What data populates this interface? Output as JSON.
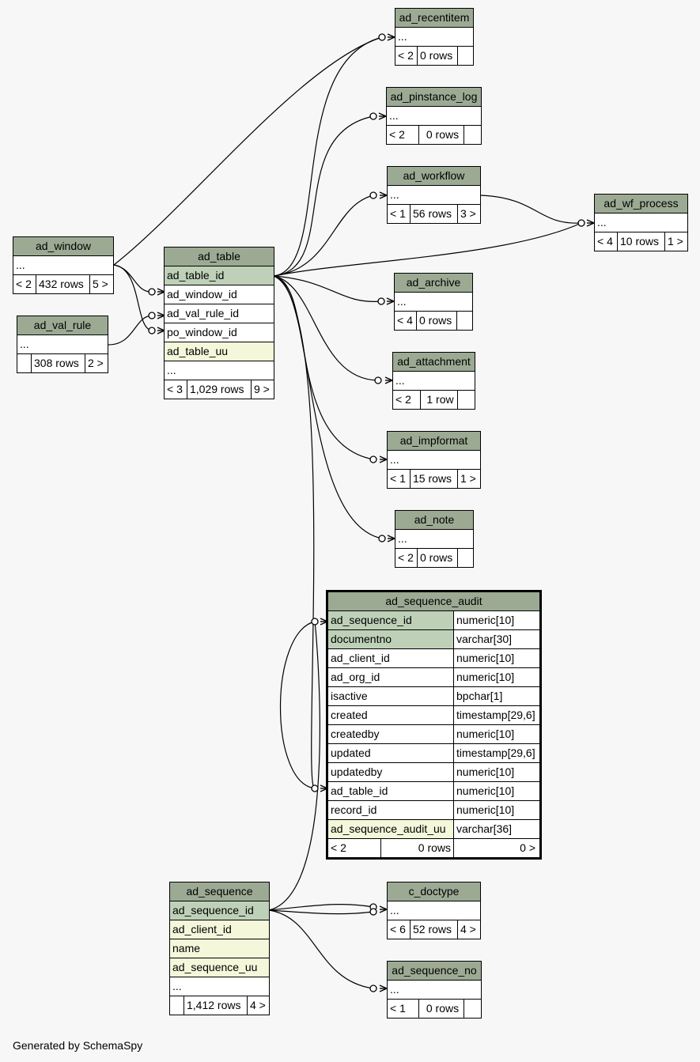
{
  "footer": "Generated by SchemaSpy",
  "tables": {
    "ad_recentitem": {
      "name": "ad_recentitem",
      "rows": [
        "..."
      ],
      "stats": [
        "< 2",
        "0 rows",
        ""
      ]
    },
    "ad_pinstance_log": {
      "name": "ad_pinstance_log",
      "rows": [
        "..."
      ],
      "stats": [
        "< 2",
        "0 rows",
        ""
      ]
    },
    "ad_workflow": {
      "name": "ad_workflow",
      "rows": [
        "..."
      ],
      "stats": [
        "< 1",
        "56 rows",
        "3 >"
      ]
    },
    "ad_wf_process": {
      "name": "ad_wf_process",
      "rows": [
        "..."
      ],
      "stats": [
        "< 4",
        "10 rows",
        "1 >"
      ]
    },
    "ad_window": {
      "name": "ad_window",
      "rows": [
        "..."
      ],
      "stats": [
        "< 2",
        "432 rows",
        "5 >"
      ]
    },
    "ad_val_rule": {
      "name": "ad_val_rule",
      "rows": [
        "..."
      ],
      "stats": [
        "",
        "308 rows",
        "2 >"
      ]
    },
    "ad_table": {
      "name": "ad_table",
      "rows": [
        "ad_table_id",
        "ad_window_id",
        "ad_val_rule_id",
        "po_window_id",
        "ad_table_uu",
        "..."
      ],
      "stats": [
        "< 3",
        "1,029 rows",
        "9 >"
      ]
    },
    "ad_archive": {
      "name": "ad_archive",
      "rows": [
        "..."
      ],
      "stats": [
        "< 4",
        "0 rows",
        ""
      ]
    },
    "ad_attachment": {
      "name": "ad_attachment",
      "rows": [
        "..."
      ],
      "stats": [
        "< 2",
        "1 row",
        ""
      ]
    },
    "ad_impformat": {
      "name": "ad_impformat",
      "rows": [
        "..."
      ],
      "stats": [
        "< 1",
        "15 rows",
        "1 >"
      ]
    },
    "ad_note": {
      "name": "ad_note",
      "rows": [
        "..."
      ],
      "stats": [
        "< 2",
        "0 rows",
        ""
      ]
    },
    "ad_sequence_audit": {
      "name": "ad_sequence_audit",
      "columns": [
        {
          "name": "ad_sequence_id",
          "type": "numeric[10]"
        },
        {
          "name": "documentno",
          "type": "varchar[30]"
        },
        {
          "name": "ad_client_id",
          "type": "numeric[10]"
        },
        {
          "name": "ad_org_id",
          "type": "numeric[10]"
        },
        {
          "name": "isactive",
          "type": "bpchar[1]"
        },
        {
          "name": "created",
          "type": "timestamp[29,6]"
        },
        {
          "name": "createdby",
          "type": "numeric[10]"
        },
        {
          "name": "updated",
          "type": "timestamp[29,6]"
        },
        {
          "name": "updatedby",
          "type": "numeric[10]"
        },
        {
          "name": "ad_table_id",
          "type": "numeric[10]"
        },
        {
          "name": "record_id",
          "type": "numeric[10]"
        },
        {
          "name": "ad_sequence_audit_uu",
          "type": "varchar[36]"
        }
      ],
      "stats": [
        "< 2",
        "0 rows",
        "0 >"
      ]
    },
    "ad_sequence": {
      "name": "ad_sequence",
      "rows": [
        "ad_sequence_id",
        "ad_client_id",
        "name",
        "ad_sequence_uu",
        "..."
      ],
      "stats": [
        "",
        "1,412 rows",
        "4 >"
      ]
    },
    "c_doctype": {
      "name": "c_doctype",
      "rows": [
        "..."
      ],
      "stats": [
        "< 6",
        "52 rows",
        "4 >"
      ]
    },
    "ad_sequence_no": {
      "name": "ad_sequence_no",
      "rows": [
        "..."
      ],
      "stats": [
        "< 1",
        "0 rows",
        ""
      ]
    }
  }
}
